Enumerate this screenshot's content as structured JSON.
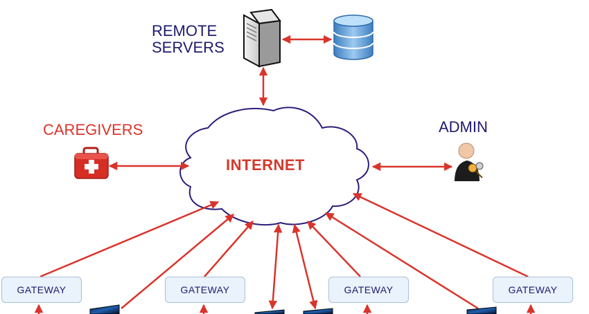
{
  "labels": {
    "remote_servers_line1": "REMOTE",
    "remote_servers_line2": "SERVERS",
    "caregivers": "CAREGIVERS",
    "admin": "ADMIN",
    "internet": "INTERNET"
  },
  "gateways": [
    "GATEWAY",
    "GATEWAY",
    "GATEWAY",
    "GATEWAY"
  ],
  "icons": {
    "server": "server-tower-icon",
    "database": "database-icon",
    "caregivers": "first-aid-kit-icon",
    "admin": "admin-user-key-icon",
    "devices": "monitor-device-icon"
  },
  "colors": {
    "arrow": "#d9342b",
    "navy_text": "#1f1a6e",
    "red_text": "#d9342b",
    "cloud_stroke": "#2a1f7a",
    "gateway_fill": "#eaf2fb"
  }
}
